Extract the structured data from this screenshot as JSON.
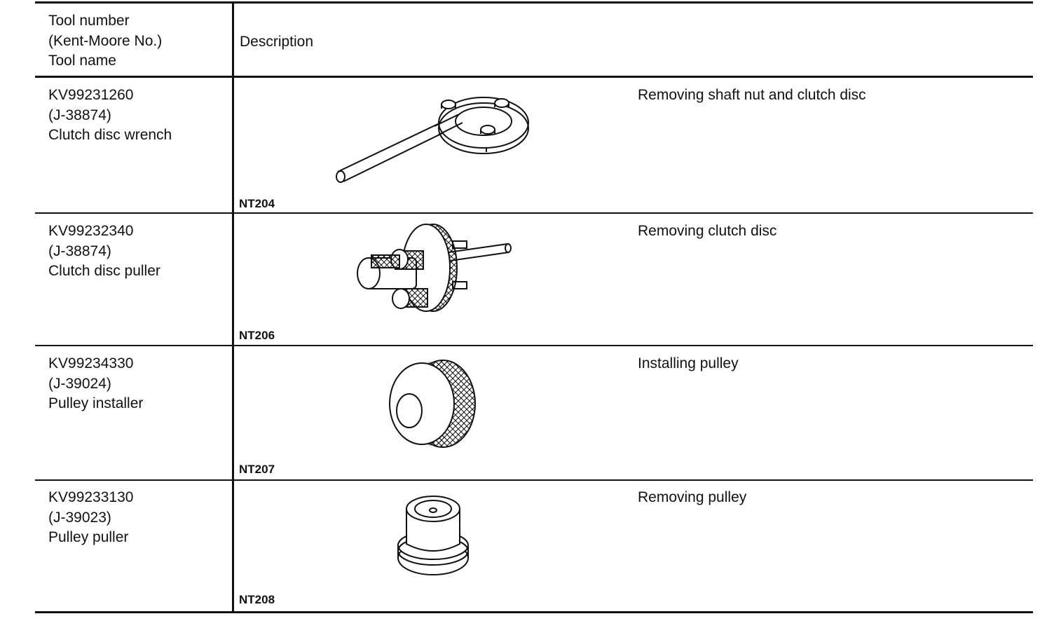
{
  "header": {
    "col1_line1": "Tool number",
    "col1_line2": "(Kent-Moore No.)",
    "col1_line3": "Tool name",
    "col2": "Description"
  },
  "rows": [
    {
      "number": "KV99231260",
      "kent_moore": "(J-38874)",
      "name": "Clutch disc wrench",
      "description": "Removing shaft nut and clutch disc",
      "code": "NT204",
      "icon": "clutch-disc-wrench-icon"
    },
    {
      "number": "KV99232340",
      "kent_moore": "(J-38874)",
      "name": "Clutch disc puller",
      "description": "Removing clutch disc",
      "code": "NT206",
      "icon": "clutch-disc-puller-icon"
    },
    {
      "number": "KV99234330",
      "kent_moore": "(J-39024)",
      "name": "Pulley installer",
      "description": "Installing pulley",
      "code": "NT207",
      "icon": "pulley-installer-icon"
    },
    {
      "number": "KV99233130",
      "kent_moore": "(J-39023)",
      "name": "Pulley puller",
      "description": "Removing pulley",
      "code": "NT208",
      "icon": "pulley-puller-icon"
    }
  ]
}
